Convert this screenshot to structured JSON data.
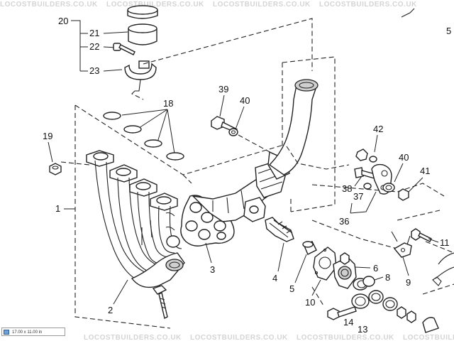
{
  "diagram": {
    "watermark_text": "LOCOSTBUILDERS.CO.UK",
    "part_numbers": {
      "n1": "1",
      "n2": "2",
      "n3": "3",
      "n4": "4",
      "n5": "5",
      "n6": "6",
      "n8": "8",
      "n9": "9",
      "n10": "10",
      "n11": "11",
      "n14": "14",
      "n18": "18",
      "n19": "19",
      "n20": "20",
      "n21": "21",
      "n22": "22",
      "n23": "23",
      "n36": "36",
      "n37": "37",
      "n38": "38",
      "n39": "39",
      "n40a": "40",
      "n40b": "40",
      "n41": "41",
      "n42": "42",
      "n5_edge": "5",
      "n13_partial": "13"
    }
  },
  "status_bar": {
    "dimensions_text": "17.00 x 11.00 in"
  }
}
